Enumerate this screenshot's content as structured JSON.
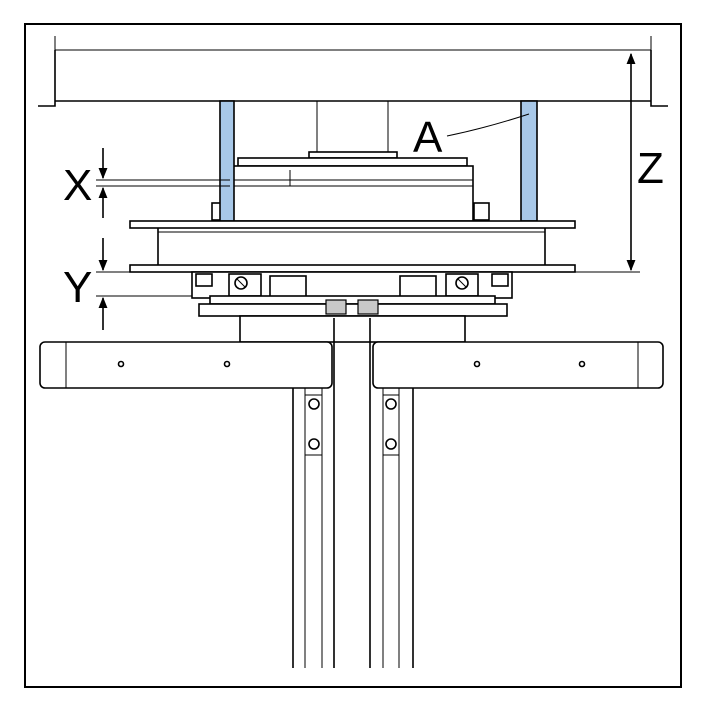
{
  "labels": {
    "a": "A",
    "x": "X",
    "y": "Y",
    "z": "Z"
  },
  "colors": {
    "spacer_blue": "#a8c8e8",
    "line": "#000000",
    "shading": "#c9c9c9"
  }
}
